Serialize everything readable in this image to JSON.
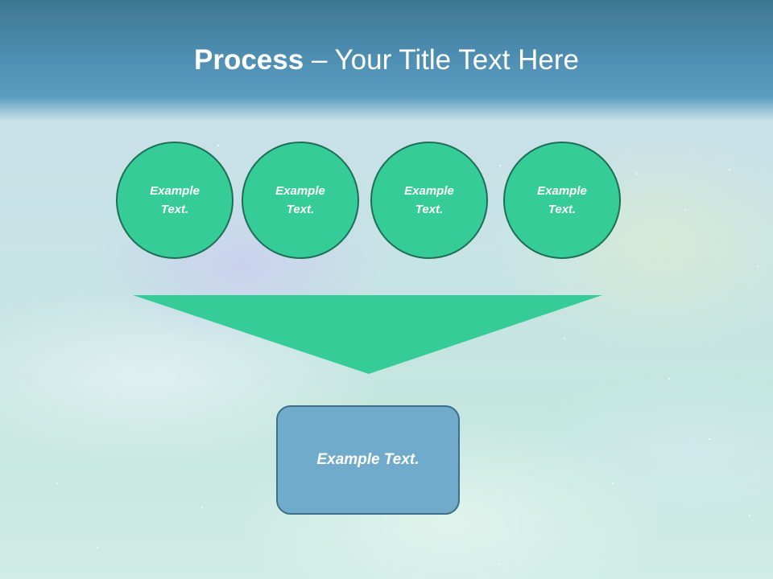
{
  "slide": {
    "title_bold": "Process",
    "title_rest": " – Your Title Text Here"
  },
  "diagram": {
    "circles": [
      {
        "text": "Example Text."
      },
      {
        "text": "Example Text."
      },
      {
        "text": "Example Text."
      },
      {
        "text": "Example Text."
      }
    ],
    "result_box": {
      "text": "Example Text."
    }
  },
  "colors": {
    "circle_fill": "#35cc98",
    "circle_border": "#1d6e55",
    "funnel_fill": "#35cc98",
    "box_fill": "#71abcb",
    "box_border": "#3e6f8a",
    "header": "#4d8db0"
  }
}
